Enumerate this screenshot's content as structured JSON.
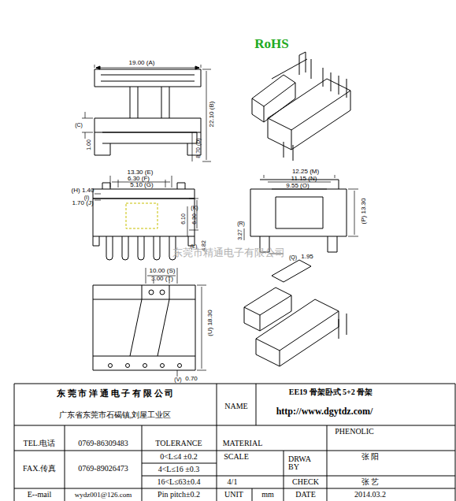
{
  "diagram": {
    "title": "RoHS",
    "labels": [
      "19.00 (A)",
      "22.10 (B)",
      "(C)",
      "1.00",
      "8.70 (D)",
      "13.30 (E)",
      "6.30 (F)",
      "5.10 (G)",
      "(H) 1.40",
      "(I)",
      "1.70 (J)",
      "(K)",
      "6.10",
      "6.30",
      "(L)",
      "4.82",
      "12.25 (M)",
      "11.15 (N)",
      "9.55 (O)",
      "(P) 13.30",
      "(R)",
      "3.27",
      "(Q)",
      "1.95",
      "东莞市精通电子有限公司",
      "10.00 (S)",
      "3.00 (T)",
      "(U) 18.30",
      "(V)",
      "0.70",
      "东 莞 市 洋 通 电 子 有 限 公 司",
      "广东省东莞市石碣镇,刘屋工业区",
      "NAME",
      "EE19 骨架卧式 5+2 骨架",
      "http://www.dgytdz.com/",
      "TEL.电话",
      "0769-86309483",
      "TOLERANCE",
      "MATERIAL",
      "PHENOLIC",
      "FAX.传真",
      "0769-89026473",
      "0<L≤4 ±0.2",
      "4<L≤16 ±0.3",
      "16<L≤63±0.4",
      "Pin pitch±0.2",
      "SCALE",
      "4/1",
      "DRWA BY",
      "张 阳",
      "CHECK",
      "张 艺",
      "E--mail",
      "wydz001@126.com",
      "UNIT",
      "mm",
      "DATE",
      "2014.03.2"
    ]
  }
}
